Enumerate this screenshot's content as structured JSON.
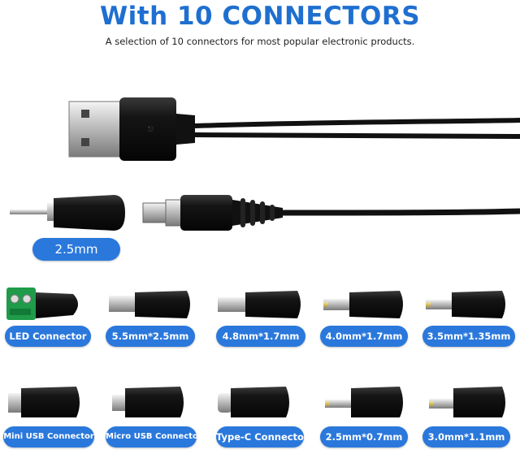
{
  "header": {
    "title": "With 10 CONNECTORS",
    "subtitle": "A selection of 10 connectors for most popular electronic products."
  },
  "main_plug": {
    "label": "2.5mm"
  },
  "connectors": [
    {
      "label": "LED Connector"
    },
    {
      "label": "5.5mm*2.5mm"
    },
    {
      "label": "4.8mm*1.7mm"
    },
    {
      "label": "4.0mm*1.7mm"
    },
    {
      "label": "3.5mm*1.35mm"
    },
    {
      "label": "Mini USB Connector"
    },
    {
      "label": "Micro USB Connector"
    },
    {
      "label": "Type-C Connector"
    },
    {
      "label": "2.5mm*0.7mm"
    },
    {
      "label": "3.0mm*1.1mm"
    }
  ],
  "colors": {
    "accent": "#2a78dc",
    "title": "#1f6fd0",
    "cable": "#111111"
  }
}
